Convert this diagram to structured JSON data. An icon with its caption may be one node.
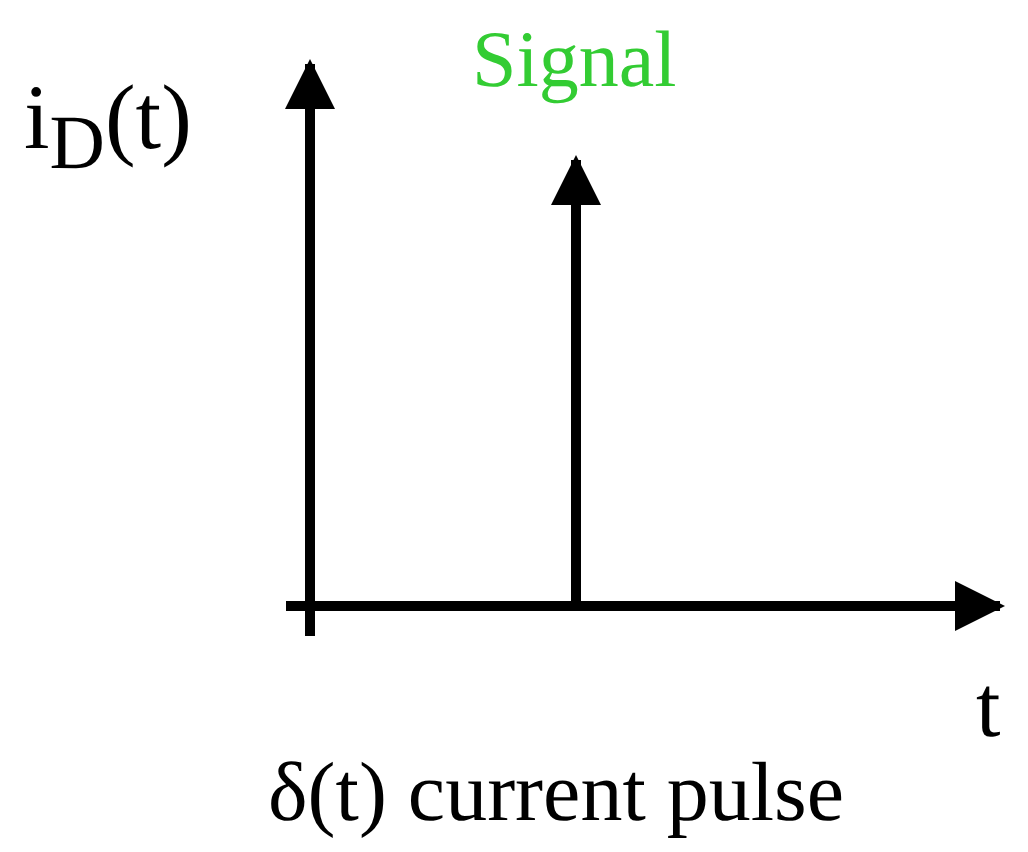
{
  "diagram": {
    "labels": [
      "i$_{D}$(t)",
      "Signal",
      "t",
      "δ(t) current pulse"
    ]
  }
}
